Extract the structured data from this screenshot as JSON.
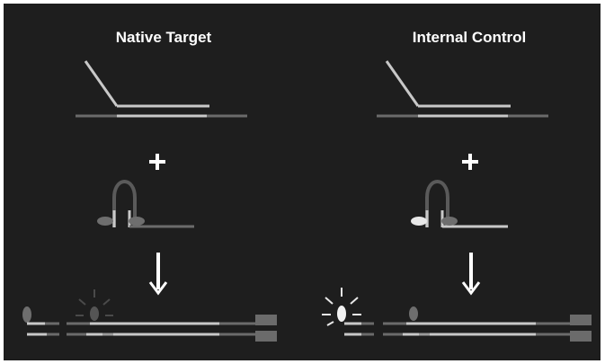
{
  "diagram": {
    "columns": [
      {
        "title": "Native Target",
        "probe_fluor_state": "quenched"
      },
      {
        "title": "Internal Control",
        "probe_fluor_state": "emitting"
      }
    ],
    "colors": {
      "background": "#1e1e1e",
      "strand_dark": "#6b6b6b",
      "strand_light": "#c8c8c8",
      "white": "#ffffff",
      "quencher": "#6e6e6e",
      "fluor_bright": "#f2f2f2"
    }
  }
}
